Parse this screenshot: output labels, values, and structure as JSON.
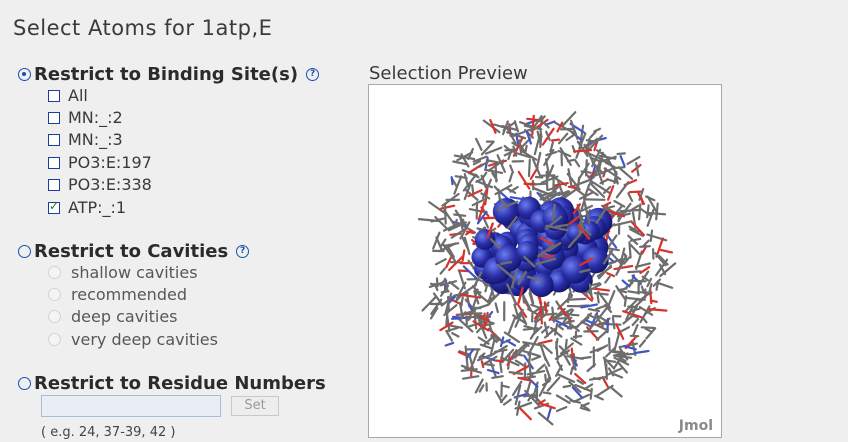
{
  "page": {
    "title": "Select Atoms for 1atp,E"
  },
  "binding_site": {
    "label": "Restrict to Binding Site(s)",
    "selected": true,
    "help_icon": "help-icon",
    "options": [
      {
        "label": "All",
        "checked": false
      },
      {
        "label": "MN:_:2",
        "checked": false
      },
      {
        "label": "MN:_:3",
        "checked": false
      },
      {
        "label": "PO3:E:197",
        "checked": false
      },
      {
        "label": "PO3:E:338",
        "checked": false
      },
      {
        "label": "ATP:_:1",
        "checked": true
      }
    ]
  },
  "cavities": {
    "label": "Restrict to Cavities",
    "selected": false,
    "help_icon": "help-icon",
    "options": [
      {
        "label": "shallow cavities",
        "enabled": false
      },
      {
        "label": "recommended",
        "enabled": false
      },
      {
        "label": "deep cavities",
        "enabled": false
      },
      {
        "label": "very deep cavities",
        "enabled": false
      }
    ]
  },
  "residue_numbers": {
    "label": "Restrict to Residue Numbers",
    "selected": false,
    "input_value": "",
    "set_label": "Set",
    "example": "( e.g. 24, 37-39, 42 )"
  },
  "preview": {
    "title": "Selection Preview",
    "viewer_label": "Jmol",
    "colors": {
      "stick": "#6d6d6d",
      "oxygen": "#d8322a",
      "nitrogen": "#3f55c8",
      "sphere": "#2a2fa8"
    }
  }
}
